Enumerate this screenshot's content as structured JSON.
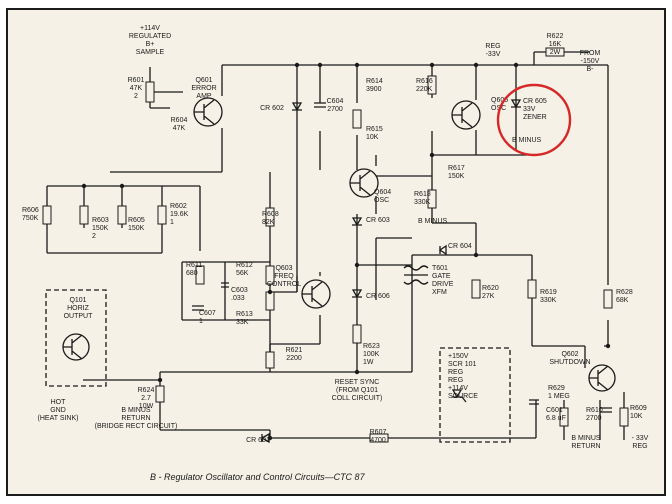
{
  "caption": "B - Regulator Oscillator and Control Circuits—CTC 87",
  "highlight_color": "#d62828",
  "labels": {
    "b_sample": [
      "+114V",
      "REGULATED",
      "B+",
      "SAMPLE"
    ],
    "r601": [
      "R601",
      "47K",
      "2"
    ],
    "q601": [
      "Q601",
      "ERROR",
      "AMP"
    ],
    "r604": [
      "R604",
      "47K"
    ],
    "cr602": [
      "CR 602"
    ],
    "c604": [
      "C604",
      "2700"
    ],
    "r614": [
      "R614",
      "3900"
    ],
    "r615": [
      "R615",
      "10K"
    ],
    "r616": [
      "R616",
      "220K"
    ],
    "q605": [
      "Q605",
      "OSC"
    ],
    "reg33": [
      "REG",
      "-33V"
    ],
    "r622": [
      "R622",
      "16K",
      "2W"
    ],
    "from150": [
      "FROM",
      "-150V",
      "B-"
    ],
    "cr605": [
      "CR 605",
      "33V",
      "ZENER"
    ],
    "bminus_top": [
      "B MINUS"
    ],
    "r617": [
      "R617",
      "150K"
    ],
    "q604": [
      "Q604",
      "OSC"
    ],
    "r618": [
      "R618",
      "330K"
    ],
    "bminus_mid": [
      "B MINUS"
    ],
    "cr603": [
      "CR 603"
    ],
    "r602": [
      "R602",
      "19.6K",
      "1"
    ],
    "r606": [
      "R606",
      "750K"
    ],
    "r603": [
      "R603",
      "150K",
      "2"
    ],
    "r605": [
      "R605",
      "150K"
    ],
    "r608": [
      "R608",
      "82K"
    ],
    "cr604": [
      "CR 604"
    ],
    "t601": [
      "T601",
      "GATE",
      "DRIVE",
      "XFM"
    ],
    "r620": [
      "R620",
      "27K"
    ],
    "r619": [
      "R619",
      "330K"
    ],
    "r628": [
      "R628",
      "68K"
    ],
    "r611": [
      "R611",
      "680"
    ],
    "r612": [
      "R612",
      "56K"
    ],
    "c603": [
      "C603",
      ".033"
    ],
    "r613": [
      "R613",
      "33K"
    ],
    "c607": [
      "C607",
      "1"
    ],
    "q603": [
      "Q603",
      "FREQ",
      "CONTROL"
    ],
    "cr606": [
      "CR 606"
    ],
    "q101": [
      "Q101",
      "HORIZ",
      "OUTPUT"
    ],
    "r621": [
      "R621",
      "2200"
    ],
    "r623": [
      "R623",
      "100K",
      "1W"
    ],
    "reset": [
      "RESET SYNC",
      "(FROM Q101",
      "COLL CIRCUIT)"
    ],
    "scr": [
      "+150V",
      "SCR 101",
      "REG",
      "REG",
      "+114V",
      "SOURCE"
    ],
    "q602": [
      "Q602",
      "SHUTDOWN"
    ],
    "r629": [
      "R629",
      "1 MEG"
    ],
    "c601": [
      "C601",
      "6.8 uF"
    ],
    "r610": [
      "R610",
      "2700"
    ],
    "r609": [
      "R609",
      "10K"
    ],
    "hotgnd": [
      "HOT",
      "GND",
      "(HEAT SINK)"
    ],
    "r624": [
      "R624",
      "2.7",
      "10W"
    ],
    "bret": [
      "B MINUS",
      "RETURN",
      "(BRIDGE RECT CIRCUIT)"
    ],
    "cr601": [
      "CR 601"
    ],
    "r607": [
      "R607",
      "4700"
    ],
    "bret2": [
      "B MINUS",
      "RETURN"
    ],
    "reg33b": [
      "- 33V",
      "REG"
    ]
  }
}
